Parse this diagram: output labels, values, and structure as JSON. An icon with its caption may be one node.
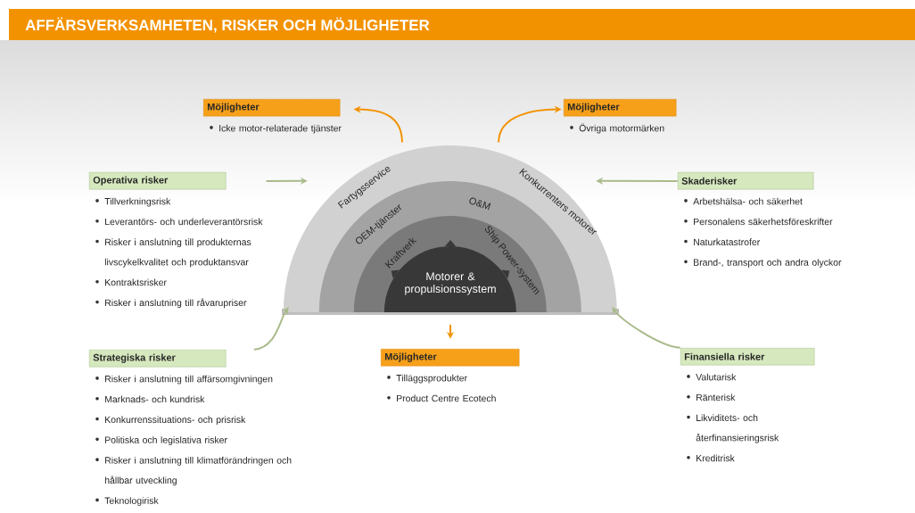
{
  "diagram": {
    "title": "AFFÄRSVERKSAMHETEN, RISKER OCH MÖJLIGHETER",
    "nodes": [
      {
        "text": [
          "Fartygsservice",
          "Konkurrenters motorer"
        ]
      },
      {
        "text": [
          "OEM-tjänster",
          "O&M"
        ],
        "in": 0
      },
      {
        "text": [
          "Kraftverk",
          "Ship Power-system"
        ],
        "in": 1
      },
      {
        "text": [
          "Motorer & propulsionssystem"
        ],
        "in": 2
      },
      {
        "text": [
          "Möjligheter",
          "Icke motor-relaterade tjänster"
        ]
      },
      {
        "text": [
          "Möjligheter",
          "Övriga motormärken"
        ]
      },
      {
        "text": [
          "Operativa risker",
          "Tillverkningsrisk",
          "Leverantörs- och underleverantörsrisk",
          "Risker i anslutning till produkternas livscykelkvalitet och produktansvar",
          "Kontraktsrisker",
          "Risker i anslutning till råvarupriser"
        ]
      },
      {
        "text": [
          "Skaderisker",
          "Arbetshälsa- och säkerhet",
          "Personalens säkerhetsföreskrifter",
          "Naturkatastrofer",
          "Brand-, transport och andra olyckor"
        ]
      },
      {
        "text": [
          "Möjligheter",
          "Tilläggsprodukter",
          "Product Centre Ecotech"
        ]
      },
      {
        "text": [
          "Strategiska risker",
          "Risker i anslutning till affärsomgivningen",
          "Marknads- och kundrisk",
          "Konkurrenssituations- och prisrisk",
          "Politiska och legislativa risker",
          "Risker i anslutning till klimatförändringen och hållbar utveckling",
          "Teknologirisk"
        ]
      },
      {
        "text": [
          "Finansiella risker",
          "Valutarisk",
          "Ränterisk",
          "Likviditets- och återfinansieringsrisk",
          "Kreditrisk"
        ]
      }
    ],
    "edges": [
      {
        "from": 0,
        "to": 4,
        "arrow": "to",
        "color": "#f39200"
      },
      {
        "from": 0,
        "to": 5,
        "arrow": "to",
        "color": "#f39200"
      },
      {
        "from": 0,
        "to": 8,
        "arrow": "to",
        "color": "#f39200"
      },
      {
        "from": 6,
        "to": 0,
        "arrow": "to"
      },
      {
        "from": 7,
        "to": 0,
        "arrow": "to"
      },
      {
        "from": 9,
        "to": 0,
        "arrow": "to"
      },
      {
        "from": 10,
        "to": 0,
        "arrow": "to"
      }
    ]
  }
}
